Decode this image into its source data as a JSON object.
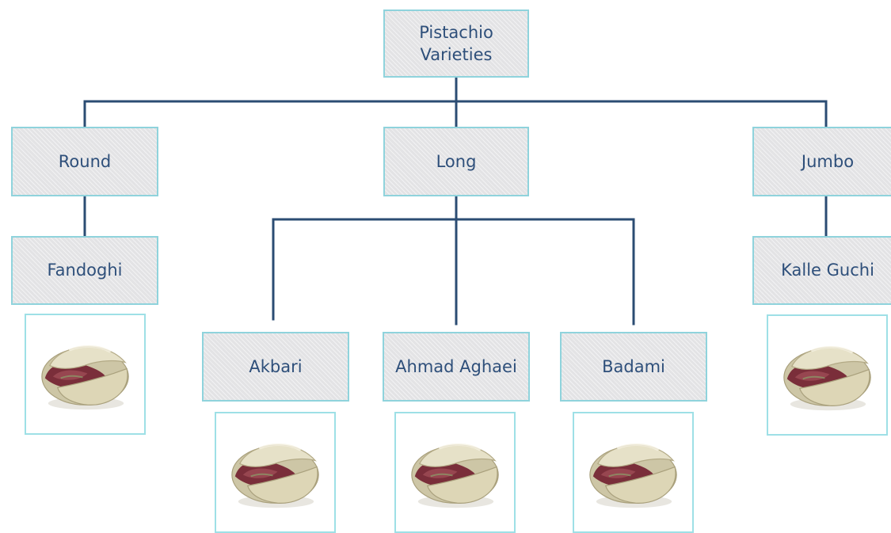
{
  "diagram": {
    "root": {
      "label": "Pistachio\nVarieties"
    },
    "categories": [
      {
        "label": "Round",
        "varieties": [
          "Fandoghi"
        ]
      },
      {
        "label": "Long",
        "varieties": [
          "Akbari",
          "Ahmad Aghaei",
          "Badami"
        ]
      },
      {
        "label": "Jumbo",
        "varieties": [
          "Kalle Guchi"
        ]
      }
    ]
  },
  "colors": {
    "line": "#2b4c73",
    "box_border": "#8fd3dc",
    "box_fill": "#e3e3e5",
    "text": "#2e4f7a",
    "photo_border": "#9ee0e6"
  },
  "icons": {
    "variety_image": "pistachio-nut-icon"
  }
}
